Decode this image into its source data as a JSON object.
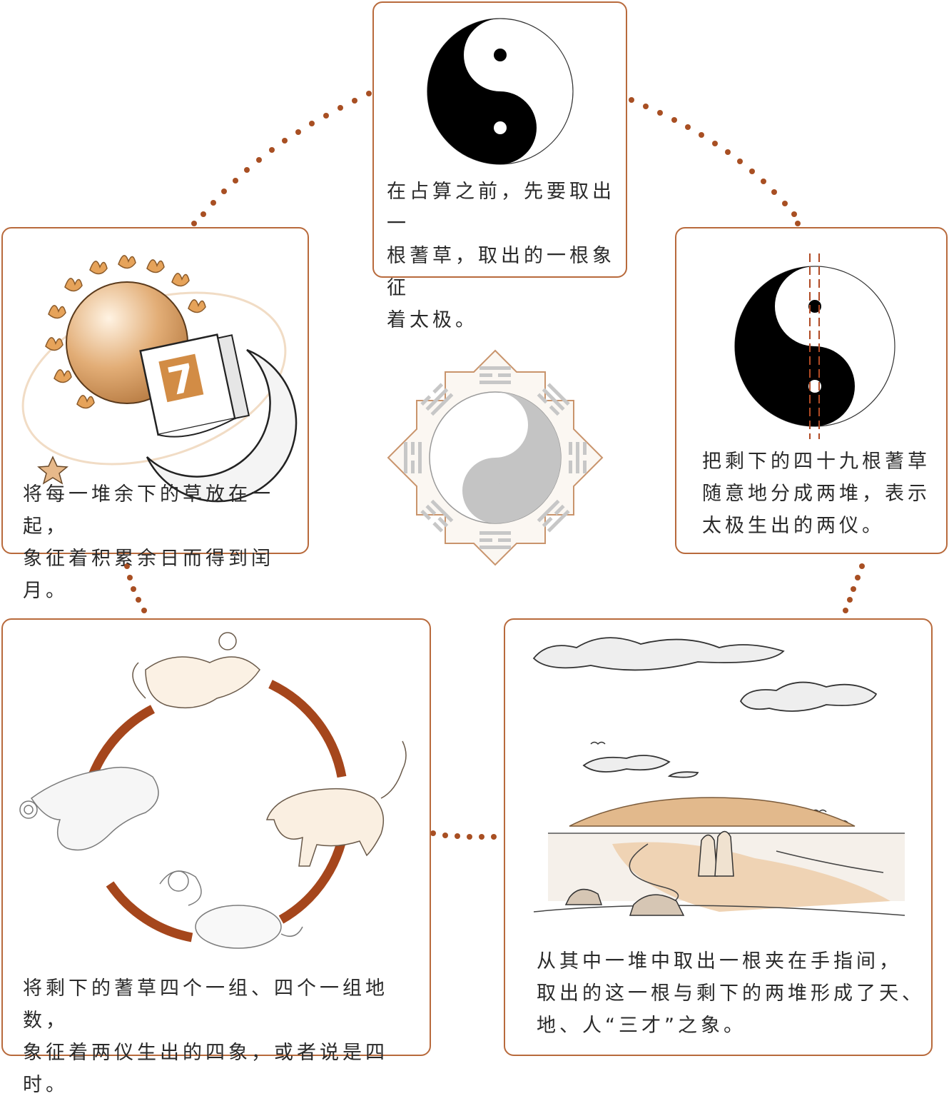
{
  "colors": {
    "border": "#b86a3c",
    "dot": "#a84f23",
    "ring": "#a5461c",
    "sun": "#d9a36c",
    "sand": "#efd3b4",
    "trigram": "#c7c7c7"
  },
  "cards": {
    "taiji": {
      "icon": "yin-yang-icon",
      "caption": "在占算之前，先要取出一\n根蓍草，取出的一根象征\n着太极。"
    },
    "split": {
      "icon": "yin-yang-split-icon",
      "caption": "把剩下的四十九根蓍草\n随意地分成两堆，表示\n太极生出的两仪。"
    },
    "heaven_earth_man": {
      "icon": "landscape-illustration",
      "caption": "从其中一堆中取出一根夹在手指间，\n取出的这一根与剩下的两堆形成了天、\n地、人“三才”之象。"
    },
    "four_images": {
      "icon": "four-beasts-illustration",
      "caption": "将剩下的蓍草四个一组、四个一组地数，\n象征着两仪生出的四象，或者说是四时。"
    },
    "leap_month": {
      "icon": "sun-moon-calendar-illustration",
      "calendar_number": "7",
      "caption": "将每一堆余下的草放在一起，\n象征着积累余日而得到闰月。"
    }
  },
  "center": {
    "icon": "bagua-icon"
  }
}
